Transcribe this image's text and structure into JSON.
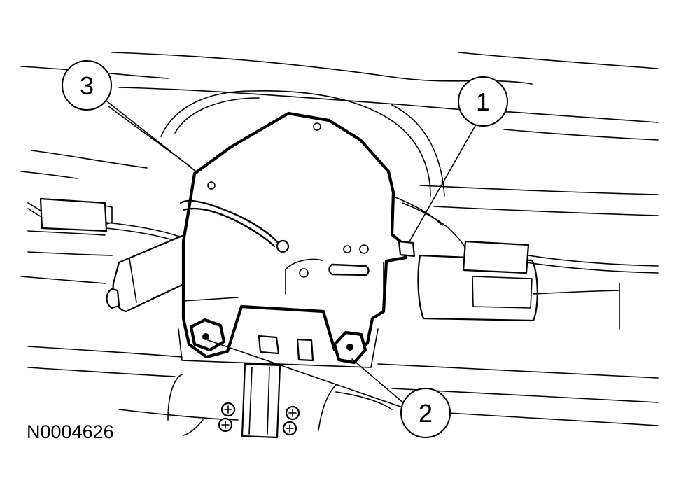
{
  "callouts": [
    {
      "id": "1",
      "label": "1"
    },
    {
      "id": "2",
      "label": "2"
    },
    {
      "id": "3",
      "label": "3"
    }
  ],
  "reference_code": "N0004626"
}
